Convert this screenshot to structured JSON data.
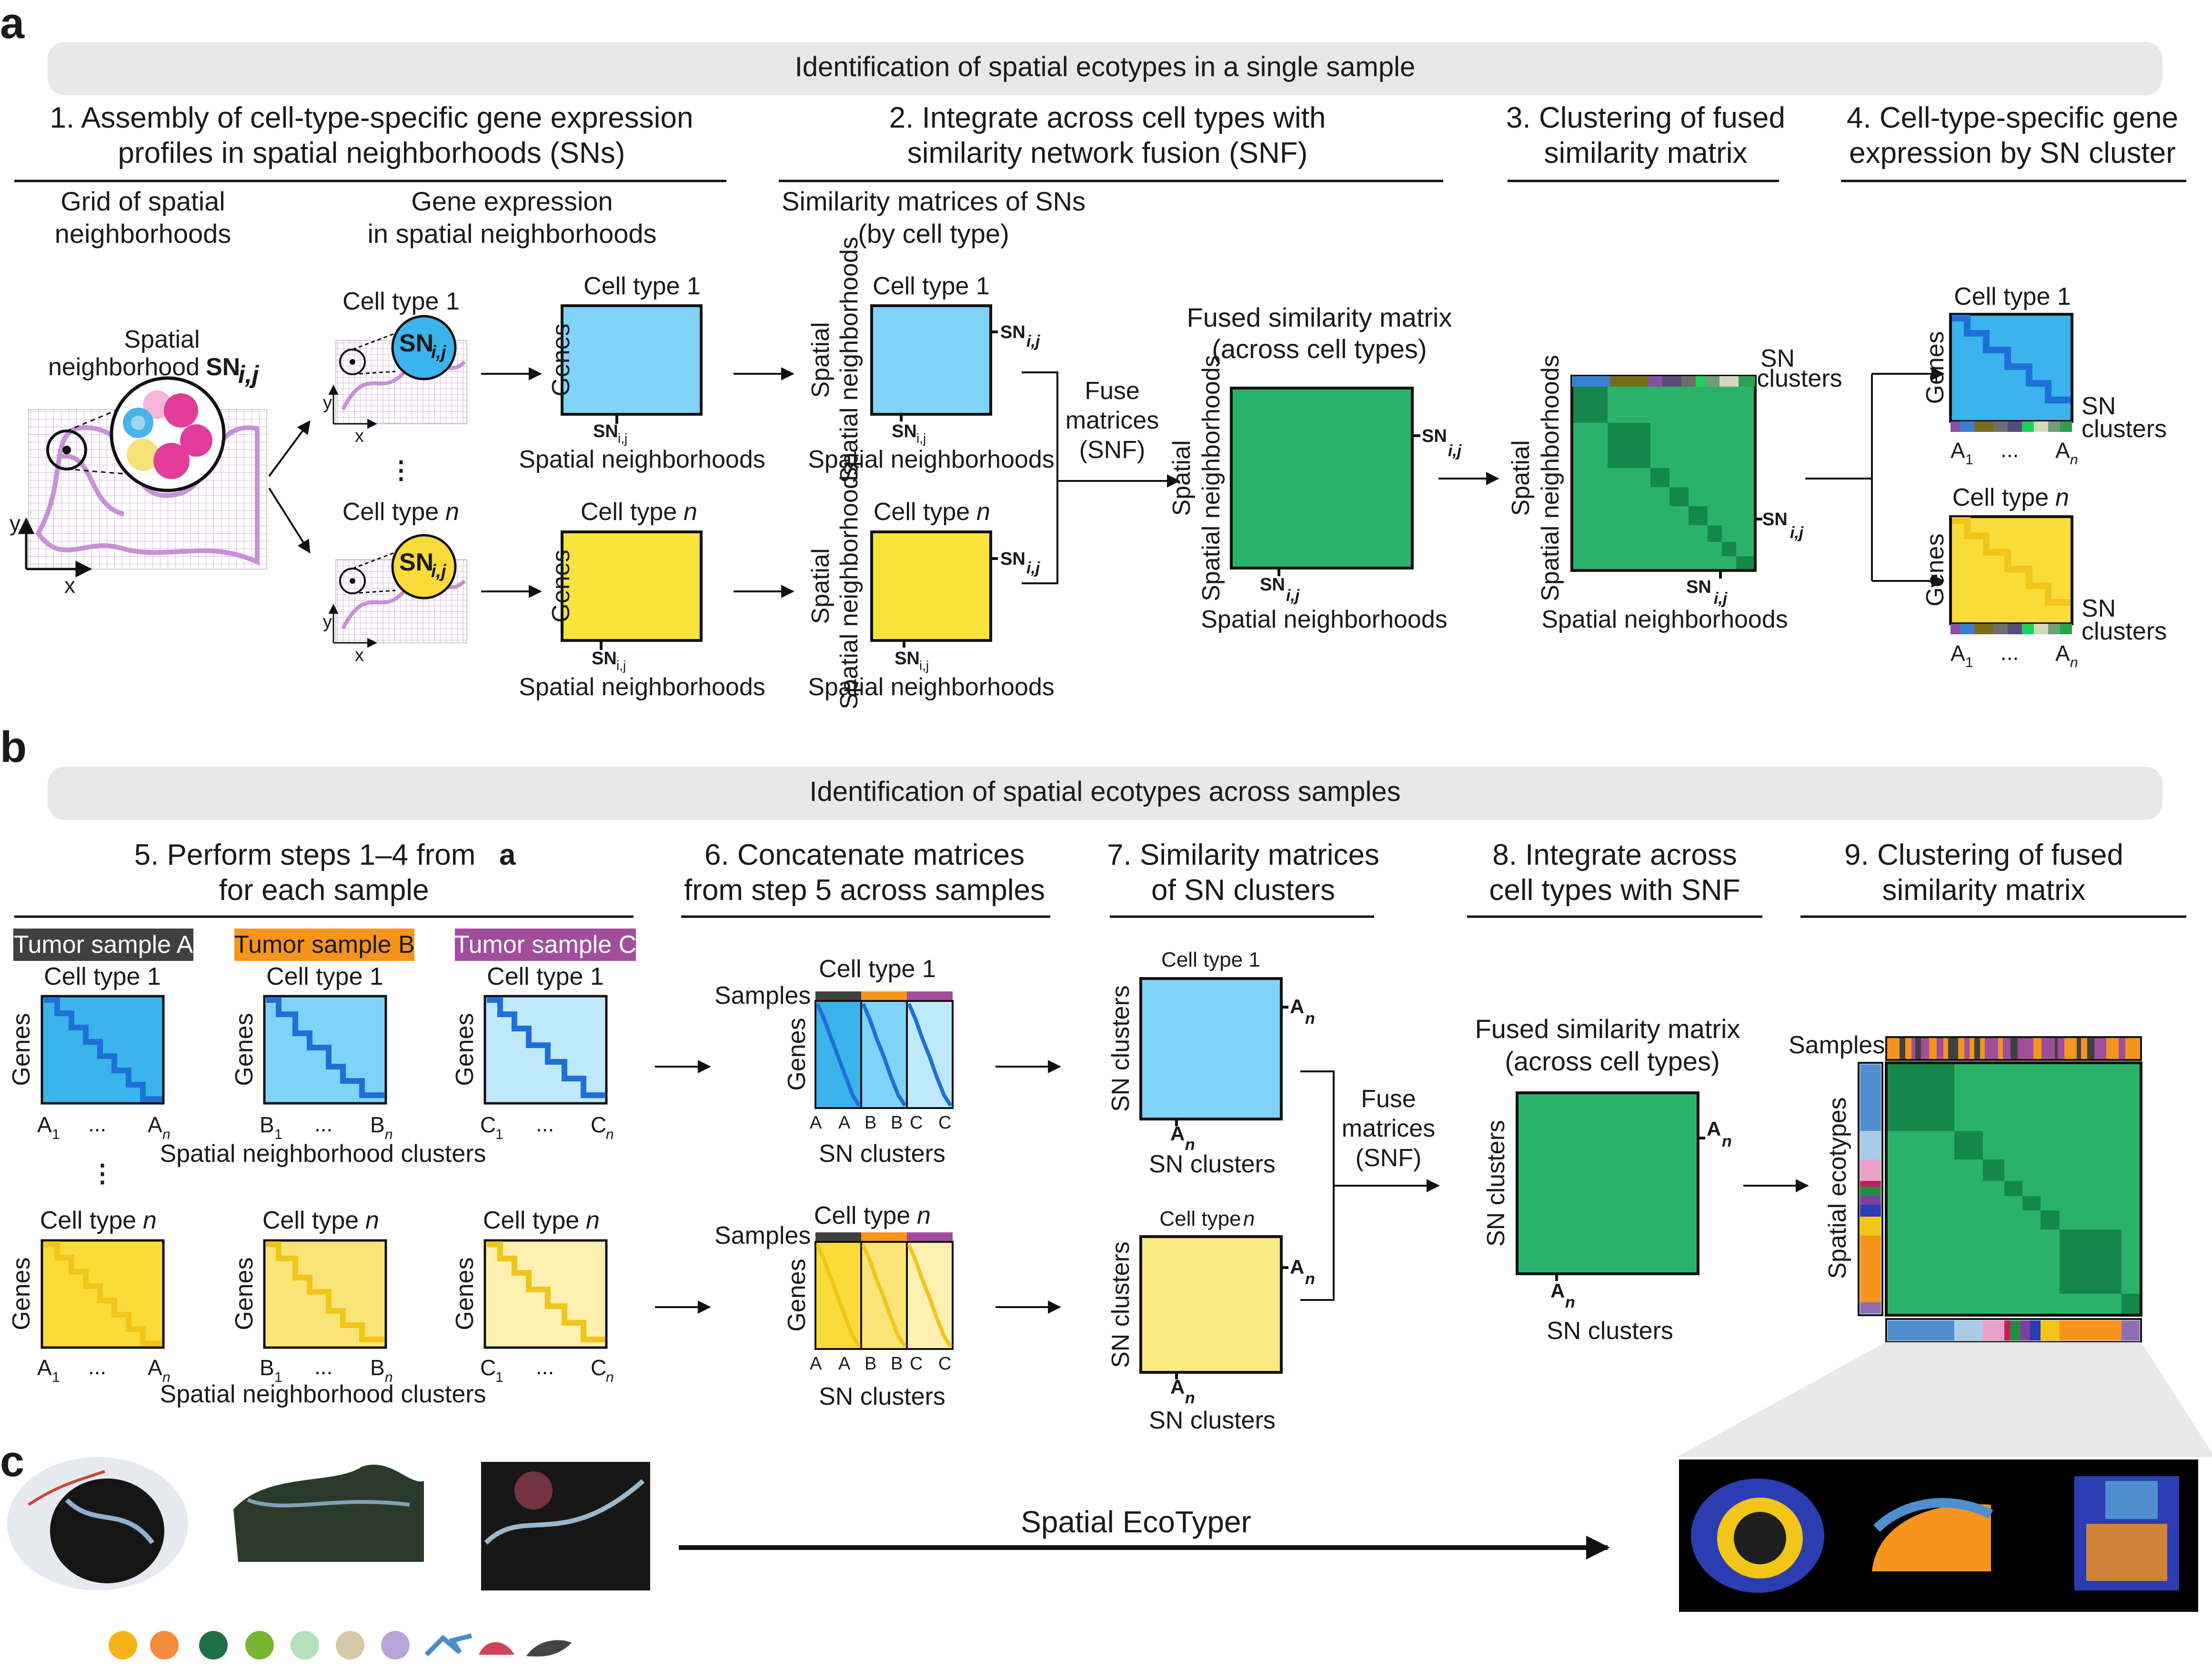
{
  "panel_a": {
    "letter": "a",
    "banner": "Identification of spatial ecotypes in a single sample",
    "step1": {
      "line1": "1. Assembly of cell-type-specific gene expression",
      "line2": "profiles in spatial neighborhoods (SNs)"
    },
    "step2": {
      "line1": "2. Integrate across cell types with",
      "line2": "similarity network fusion (SNF)"
    },
    "step3": {
      "line1": "3. Clustering of fused",
      "line2": "similarity matrix"
    },
    "step4": {
      "line1": "4. Cell-type-specific gene",
      "line2": "expression by SN cluster"
    },
    "grid_title": {
      "line1": "Grid of spatial",
      "line2": "neighborhoods"
    },
    "expr_title": {
      "line1": "Gene expression",
      "line2": "in spatial neighborhoods"
    },
    "sim_title": {
      "line1": "Similarity matrices of SNs",
      "line2": "(by cell type)"
    },
    "spatial_label": {
      "line1": "Spatial",
      "line2": "neighborhood"
    },
    "sn_ij": "SN",
    "sn_sub": "i,j",
    "axis_x": "x",
    "axis_y": "y",
    "cell_type_1": "Cell type 1",
    "cell_type_n_prefix": "Cell type ",
    "n": "n",
    "dots": "⋮",
    "genes": "Genes",
    "spatial_neighborhoods": "Spatial neighborhoods",
    "sn_ij_small": "SN",
    "sn_ij_small_sub": "i,j",
    "fuse": {
      "line1": "Fuse",
      "line2": "matrices",
      "line3": "(SNF)"
    },
    "fused_title": {
      "line1": "Fused similarity matrix",
      "line2": "(across cell types)"
    },
    "sn_clusters": {
      "line1": "SN",
      "line2": "clusters"
    },
    "a1": "A",
    "a1_sub": "1",
    "an": "A",
    "an_sub": "n",
    "ellipsis": "..."
  },
  "panel_b": {
    "letter": "b",
    "banner": "Identification of spatial ecotypes across samples",
    "step5": {
      "line1": "5. Perform steps 1–4 from ",
      "bold": "a",
      "line2": "for each sample"
    },
    "step6": {
      "line1": "6. Concatenate matrices",
      "line2": "from step 5 across samples"
    },
    "step7": {
      "line1": "7. Similarity matrices",
      "line2": "of SN clusters"
    },
    "step8": {
      "line1": "8. Integrate across",
      "line2": "cell types with SNF"
    },
    "step9": {
      "line1": "9. Clustering of fused",
      "line2": "similarity matrix"
    },
    "tumor_a": "Tumor sample A",
    "tumor_b": "Tumor sample B",
    "tumor_c": "Tumor sample C",
    "snc_label": "Spatial neighborhood clusters",
    "sn_clusters_label": "SN clusters",
    "samples": "Samples",
    "spatial_ecotypes": "Spatial ecotypes",
    "b1": "B",
    "c1": "C",
    "fused_title": {
      "line1": "Fused similarity matrix",
      "line2": "(across cell types)"
    }
  },
  "panel_c": {
    "letter": "c",
    "arrow_label": "Spatial EcoTyper"
  },
  "colors": {
    "banner": "#e6e6e6",
    "blue": "#3bb3ec",
    "blue_mid": "#7fd0f5",
    "blue_light": "#bfe8fa",
    "yellow": "#f9dc3a",
    "yellow_mid": "#fbe477",
    "yellow_light": "#fdf0b0",
    "green": "#2ab26b",
    "green_dark": "#16874a",
    "tumor_a": "#404040",
    "tumor_b": "#f7941d",
    "tumor_c": "#a24d9c",
    "pink_grid": "#d7a6e0"
  }
}
